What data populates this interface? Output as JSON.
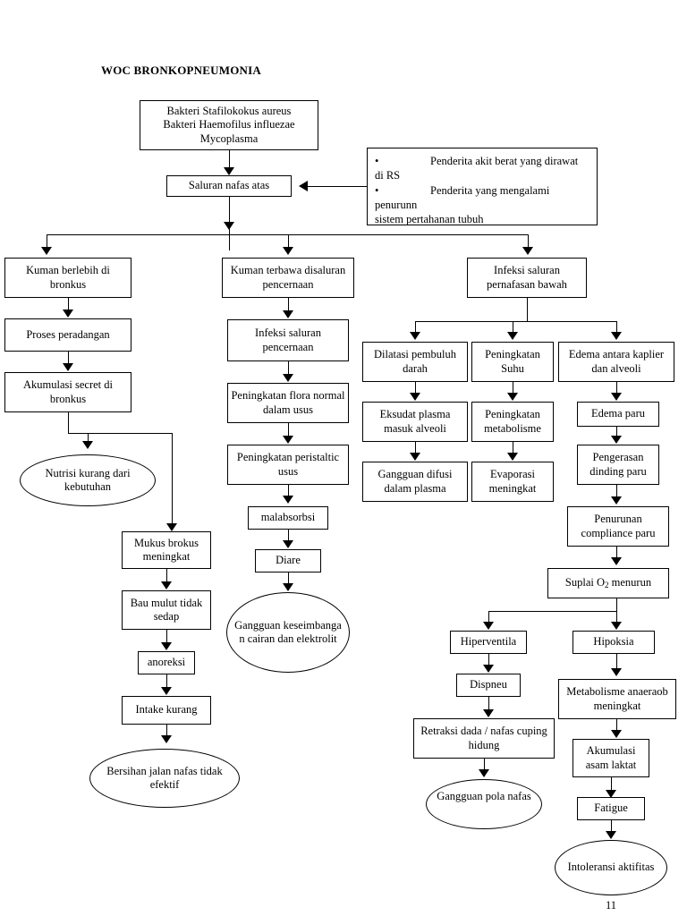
{
  "document": {
    "title": "WOC BRONKOPNEUMONIA",
    "page_number": "11"
  },
  "nodes": {
    "bakteri": "Bakteri Stafilokokus aureus\nBakteri Haemofilus influezae\nMycoplasma",
    "saluran_nafas_atas": "Saluran nafas atas",
    "faktor_risiko": {
      "bullet1": "Penderita akit berat yang dirawat di RS",
      "bullet2": "Penderita yang mengalami penurunn",
      "bullet3": "sistem pertahanan tubuh"
    },
    "kuman_berlebih": "Kuman berlebih di bronkus",
    "proses_peradangan": "Proses peradangan",
    "akumulasi_secret": "Akumulasi secret di bronkus",
    "nutrisi_kurang": "Nutrisi kurang dari kebutuhan",
    "mukus_brokus": "Mukus brokus meningkat",
    "bau_mulut": "Bau mulut tidak sedap",
    "anoreksi": "anoreksi",
    "intake_kurang": "Intake kurang",
    "bersihan_jalan_nafas": "Bersihan jalan nafas tidak efektif",
    "kuman_terbawa": "Kuman terbawa disaluran pencernaan",
    "infeksi_saluran_pencernaan": "Infeksi saluran pencernaan",
    "peningkatan_flora": "Peningkatan flora normal dalam usus",
    "peningkatan_peristaltic": "Peningkatan peristaltic usus",
    "malabsorbsi": "malabsorbsi",
    "diare": "Diare",
    "gangguan_keseimbangan": "Gangguan keseimbanga n cairan dan elektrolit",
    "infeksi_pernafasan_bawah": "Infeksi saluran pernafasan bawah",
    "dilatasi": "Dilatasi pembuluh darah",
    "peningkatan_suhu": "Peningkatan Suhu",
    "edema_antara": "Edema antara kaplier dan alveoli",
    "eksudat_plasma": "Eksudat plasma masuk alveoli",
    "peningkatan_metabolisme": "Peningkatan metabolisme",
    "edema_paru": "Edema paru",
    "gangguan_difusi": "Gangguan difusi dalam plasma",
    "evaporasi": "Evaporasi meningkat",
    "pengerasan_dinding": "Pengerasan dinding paru",
    "penurunan_compliance": "Penurunan compliance paru",
    "suplai_o2": "Suplai O2 menurun",
    "suplai_o2_pre": "Suplai O",
    "suplai_o2_sub": "2",
    "suplai_o2_post": " menurun",
    "hiperventila": "Hiperventila",
    "hipoksia": "Hipoksia",
    "dispneu": "Dispneu",
    "metabolisme_anaerob": "Metabolisme anaeraob meningkat",
    "retraksi_dada": "Retraksi dada / nafas cuping hidung",
    "akumulasi_asam_laktat": "Akumulasi asam laktat",
    "gangguan_pola_nafas": "Gangguan pola nafas",
    "fatigue": "Fatigue",
    "intoleransi_aktifitas": "Intoleransi aktifitas"
  },
  "style": {
    "line_color": "#000000",
    "background": "#ffffff",
    "text_color": "#000000"
  }
}
